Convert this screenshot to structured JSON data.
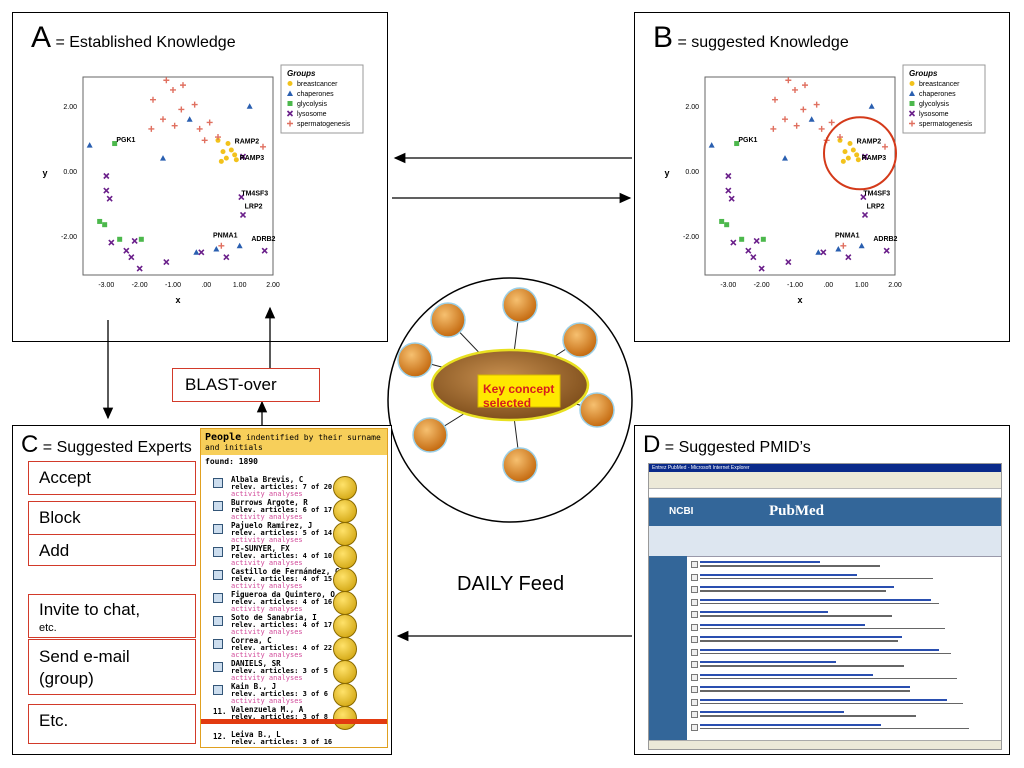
{
  "panelA": {
    "letter": "A",
    "title": "= Established Knowledge"
  },
  "panelB": {
    "letter": "B",
    "title": "= suggested Knowledge"
  },
  "panelC": {
    "letter": "C",
    "title": "= Suggested Experts",
    "buttons": [
      "Accept",
      "Block",
      "Add",
      "Invite to chat,",
      "etc.",
      "Send e-mail",
      "(group)",
      "Etc."
    ]
  },
  "panelD": {
    "letter": "D",
    "title": "= Suggested PMID’s"
  },
  "blast_label": "BLAST-over",
  "daily_feed": "DAILY Feed",
  "key_concept": [
    "Key concept",
    "selected"
  ],
  "people": {
    "header_bold": "People",
    "header_rest": "indentified by their surname and initials",
    "found": "found: 1890",
    "items": [
      {
        "name": "Albala Brevis, C",
        "stat": "relev. articles: 7 of 20"
      },
      {
        "name": "Burrows Argote, R",
        "stat": "relev. articles: 6 of 17"
      },
      {
        "name": "Pajuelo Ramirez, J",
        "stat": "relev. articles: 5 of 14"
      },
      {
        "name": "PI-SUNYER, FX",
        "stat": "relev. articles: 4 of 10"
      },
      {
        "name": "Castillo de Fernández, C",
        "stat": "relev. articles: 4 of 15"
      },
      {
        "name": "Figueroa da Quintero, O",
        "stat": "relev. articles: 4 of 16"
      },
      {
        "name": "Soto de Sanabria, I",
        "stat": "relev. articles: 4 of 17"
      },
      {
        "name": "Correa, C",
        "stat": "relev. articles: 4 of 22"
      },
      {
        "name": "DANIELS, SR",
        "stat": "relev. articles: 3 of 5"
      },
      {
        "name": "Kain B., J",
        "stat": "relev. articles: 3 of 6"
      },
      {
        "name": "Valenzuela M., A",
        "stat": "relev. articles: 3 of 8"
      },
      {
        "name": "Leiva B., L",
        "stat": "relev. articles: 3 of 16"
      }
    ],
    "activity": "activity analyses",
    "number_11": "11.",
    "number_12": "12."
  },
  "scatter": {
    "legend_title": "Groups",
    "legend_items": [
      {
        "name": "breastcancer",
        "color": "#f2c21b",
        "shape": "circle"
      },
      {
        "name": "chaperones",
        "color": "#2a5fb0",
        "shape": "triangle"
      },
      {
        "name": "glycolysis",
        "color": "#4cb84c",
        "shape": "square"
      },
      {
        "name": "lysosome",
        "color": "#6a1f8a",
        "shape": "x"
      },
      {
        "name": "spermatogenesis",
        "color": "#e07060",
        "shape": "plus"
      }
    ],
    "xlabel": "x",
    "ylabel": "y",
    "xlim": [
      -3.7,
      2.0
    ],
    "ylim": [
      -3.2,
      2.9
    ],
    "xticks": [
      "-3.00",
      "-2.00",
      "-1.00",
      ".00",
      "1.00",
      "2.00"
    ],
    "yticks": [
      "2.00",
      "0.00",
      "-2.00"
    ],
    "labels_A": [
      {
        "text": "PGK1",
        "x": -2.7,
        "y": 0.9
      },
      {
        "text": "RAMP2",
        "x": 0.85,
        "y": 0.85
      },
      {
        "text": "RAMP3",
        "x": 1.0,
        "y": 0.35
      },
      {
        "text": "TM4SF3",
        "x": 1.05,
        "y": -0.75
      },
      {
        "text": "LRP2",
        "x": 1.15,
        "y": -1.15
      },
      {
        "text": "PNMA1",
        "x": 0.2,
        "y": -2.05
      },
      {
        "text": "ADRB2",
        "x": 1.35,
        "y": -2.15
      }
    ],
    "labels_B": [
      {
        "text": "PGK1",
        "x": -2.7,
        "y": 0.9
      },
      {
        "text": "RAMP2",
        "x": 0.85,
        "y": 0.85
      },
      {
        "text": "RAMP3",
        "x": 1.0,
        "y": 0.35
      },
      {
        "text": "TM4SF3",
        "x": 1.05,
        "y": -0.75
      },
      {
        "text": "LRP2",
        "x": 1.15,
        "y": -1.15
      },
      {
        "text": "PNMA1",
        "x": 0.2,
        "y": -2.05
      },
      {
        "text": "ADRB2",
        "x": 1.35,
        "y": -2.15
      }
    ],
    "highlight_color": "#d43a1a"
  },
  "pubmed": {
    "window_title": "Entrez PubMed - Microsoft Internet Explorer",
    "logo": "PubMed",
    "ncbi": "NCBI"
  }
}
